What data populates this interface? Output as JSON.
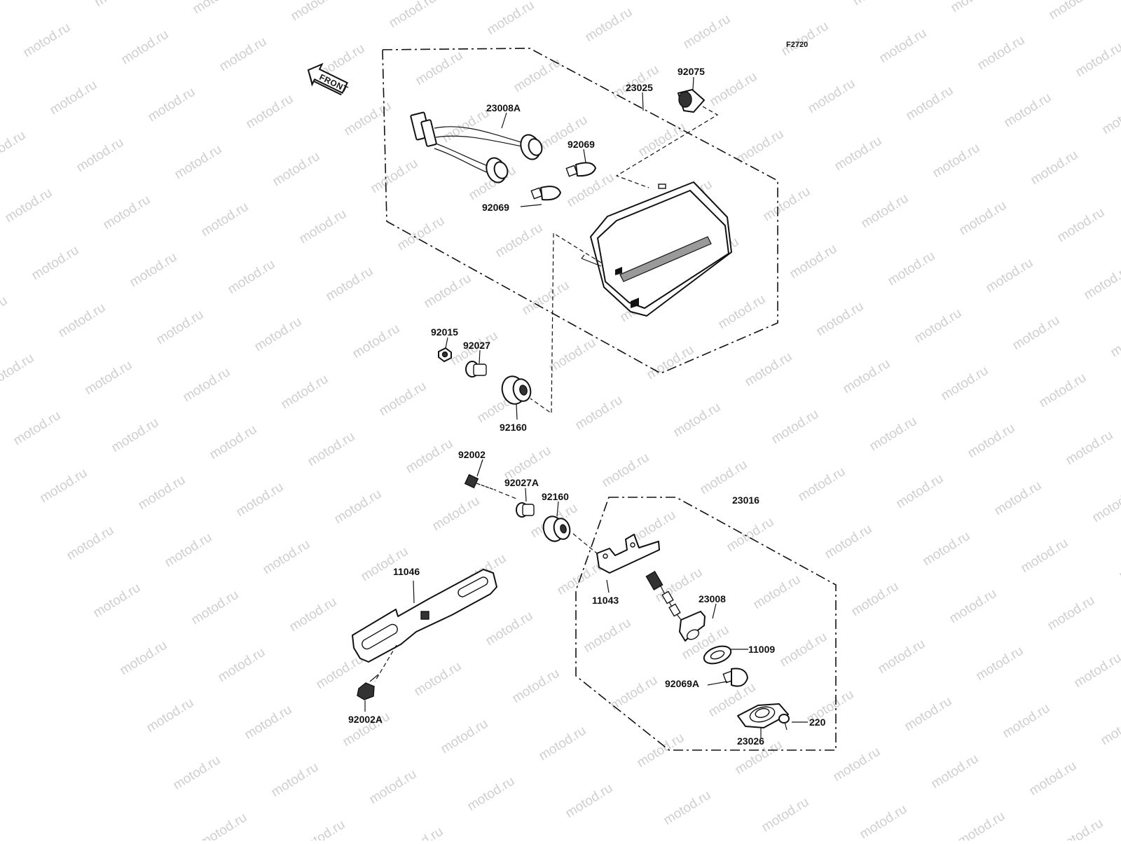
{
  "diagram": {
    "code": "F2720",
    "front_label": "FRONT",
    "watermark": "motod.ru",
    "assemblies": {
      "tail_lamp": "23025",
      "license_lamp": "23016"
    },
    "labels": {
      "p92075": "92075",
      "p23025": "23025",
      "p23008A": "23008A",
      "p92069_upper": "92069",
      "p92069_lower": "92069",
      "p92015": "92015",
      "p92027": "92027",
      "p92160_upper": "92160",
      "p92002": "92002",
      "p92027A": "92027A",
      "p92160_lower": "92160",
      "p23016": "23016",
      "p11046": "11046",
      "p11043": "11043",
      "p23008": "23008",
      "p11009": "11009",
      "p92069A": "92069A",
      "p92002A": "92002A",
      "p23026": "23026",
      "p220": "220"
    }
  }
}
